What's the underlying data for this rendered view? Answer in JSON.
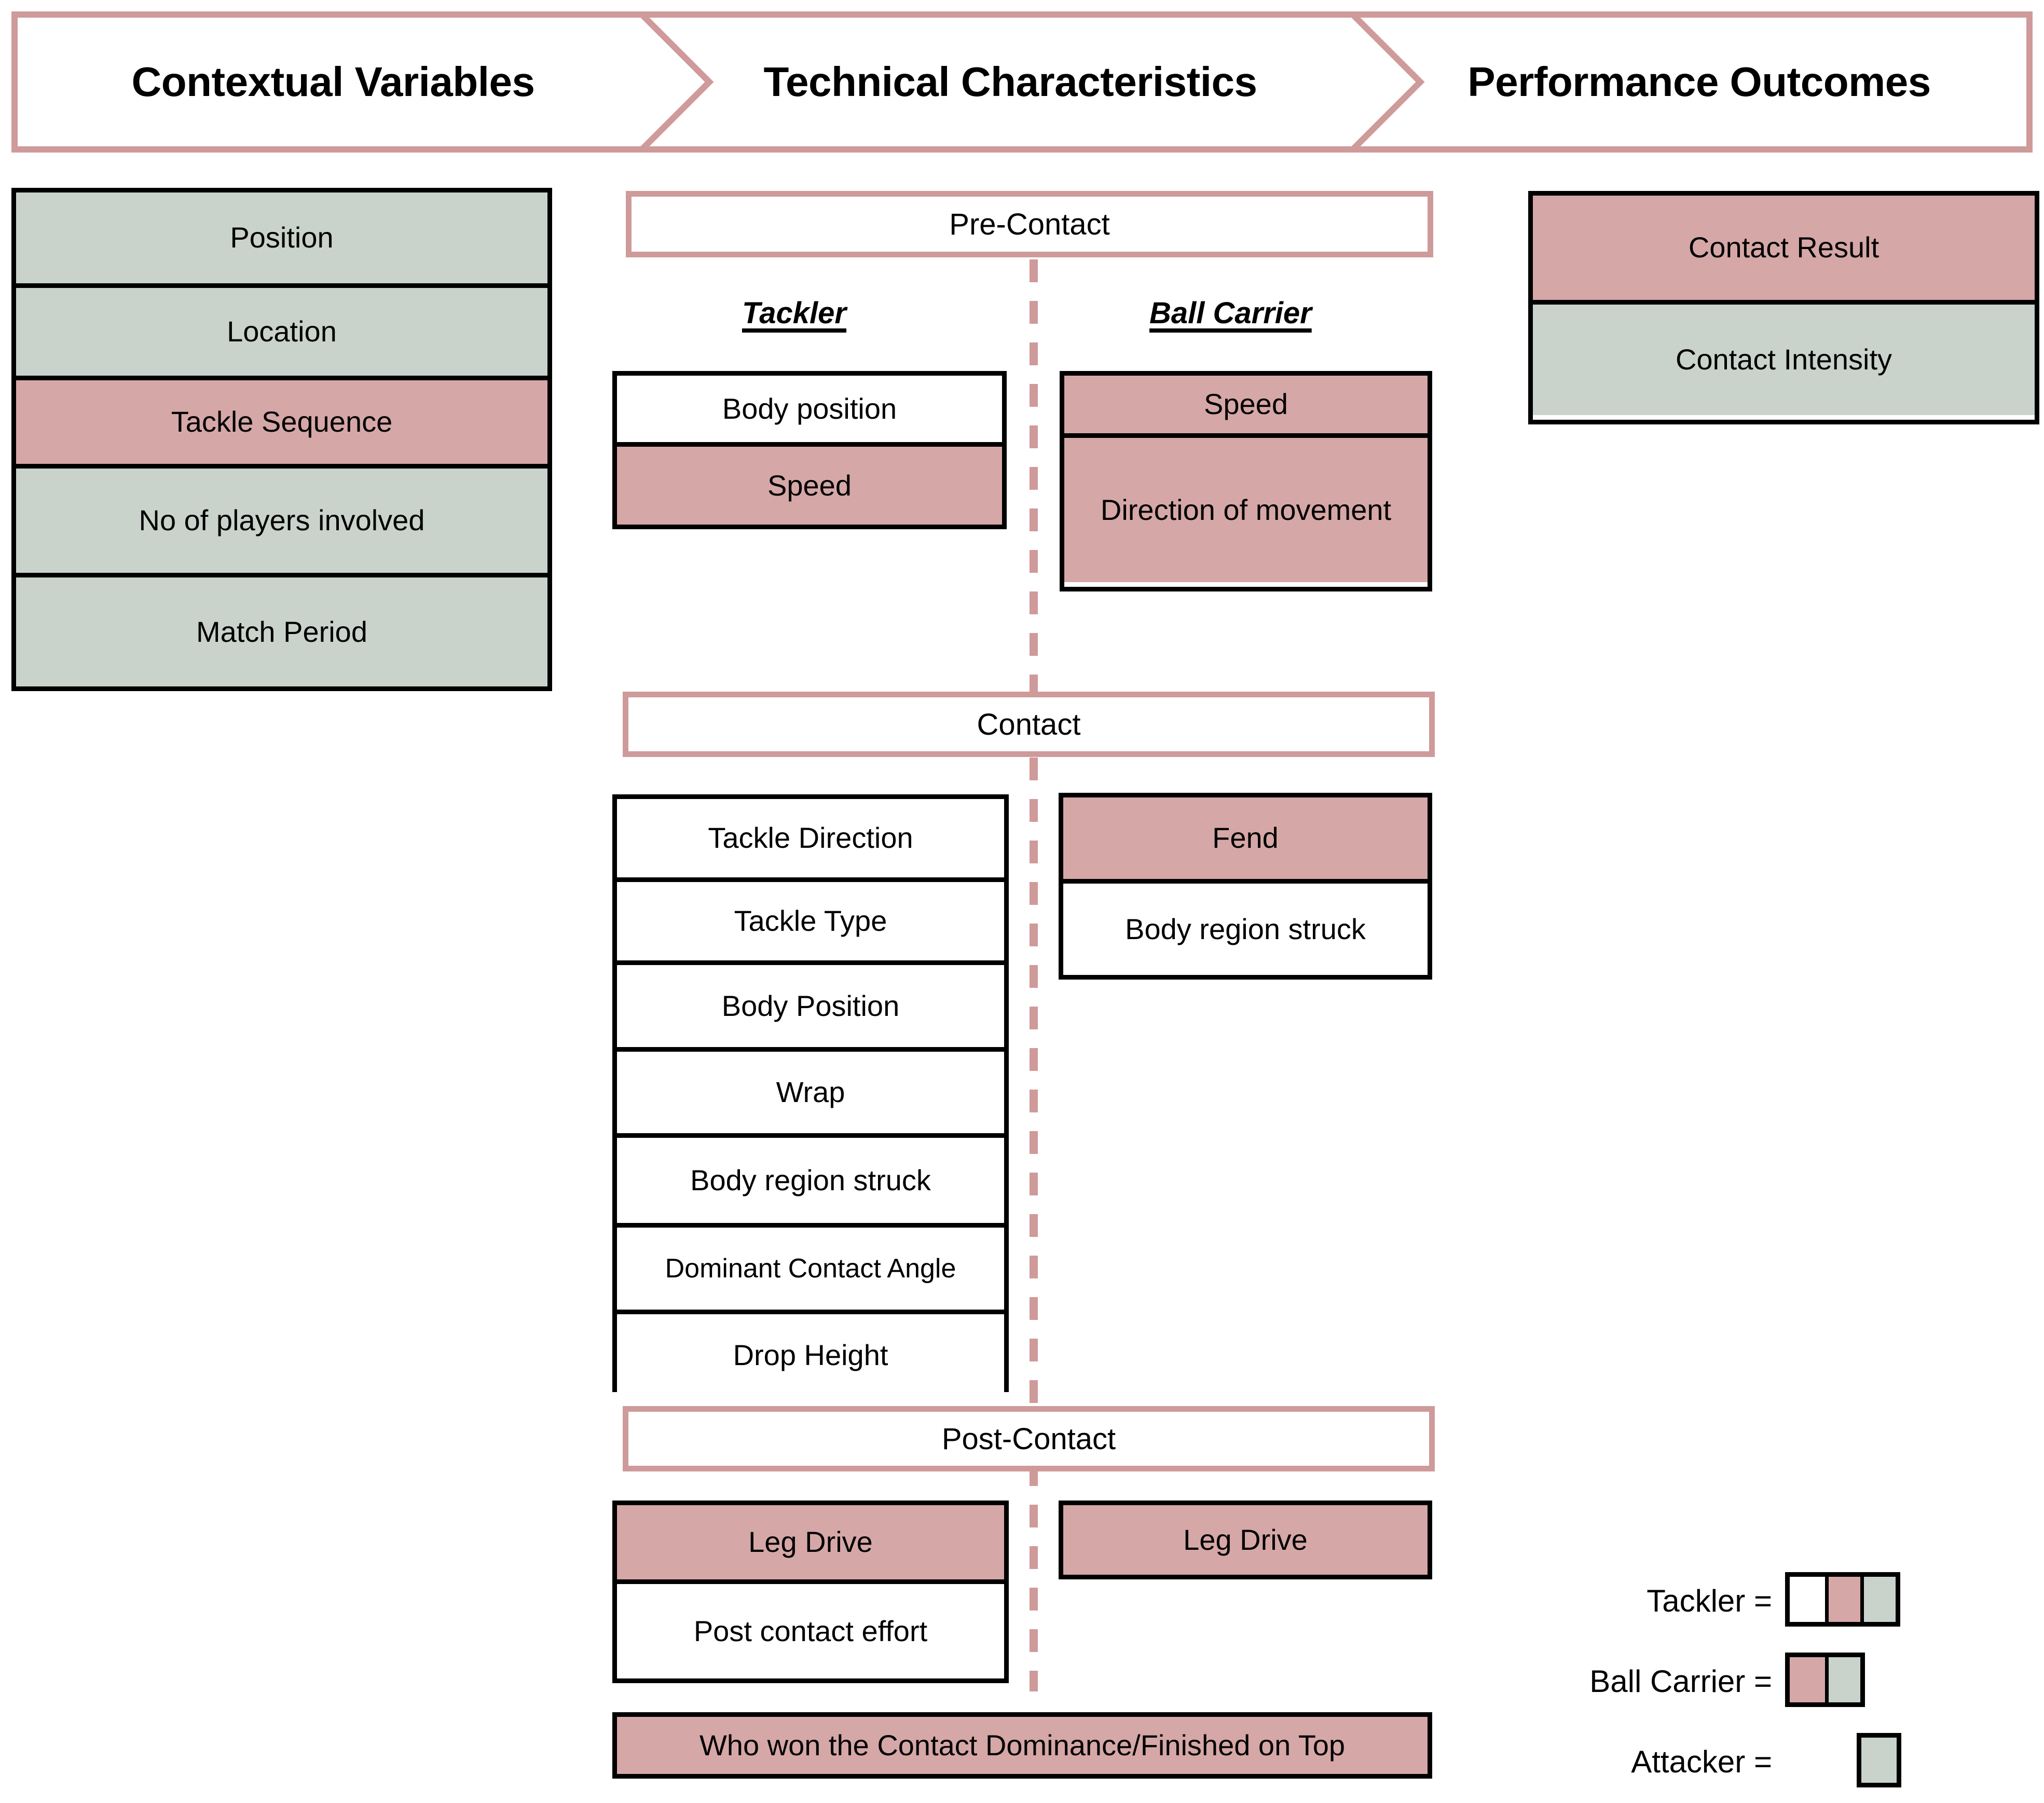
{
  "header": {
    "stages": [
      {
        "label": "Contextual Variables"
      },
      {
        "label": "Technical Characteristics"
      },
      {
        "label": "Performance Outcomes"
      }
    ]
  },
  "contextual_variables": {
    "items": [
      {
        "label": "Position",
        "fill": "green"
      },
      {
        "label": "Location",
        "fill": "green"
      },
      {
        "label": "Tackle Sequence",
        "fill": "rose"
      },
      {
        "label": "No of players involved",
        "fill": "green"
      },
      {
        "label": "Match Period",
        "fill": "green"
      }
    ]
  },
  "technical_characteristics": {
    "phases": [
      {
        "title": "Pre-Contact",
        "actors": [
          {
            "caption": "Tackler",
            "items": [
              {
                "label": "Body position",
                "fill": "white"
              },
              {
                "label": "Speed",
                "fill": "rose"
              }
            ]
          },
          {
            "caption": "Ball Carrier",
            "items": [
              {
                "label": "Speed",
                "fill": "rose"
              },
              {
                "label": "Direction of movement",
                "fill": "rose"
              }
            ]
          }
        ]
      },
      {
        "title": "Contact",
        "actors": [
          {
            "caption": "",
            "items": [
              {
                "label": "Tackle Direction",
                "fill": "white"
              },
              {
                "label": "Tackle Type",
                "fill": "white"
              },
              {
                "label": "Body Position",
                "fill": "white"
              },
              {
                "label": "Wrap",
                "fill": "white"
              },
              {
                "label": "Body region struck",
                "fill": "white"
              },
              {
                "label": "Dominant Contact Angle",
                "fill": "white"
              },
              {
                "label": "Drop Height",
                "fill": "white"
              }
            ]
          },
          {
            "caption": "",
            "items": [
              {
                "label": "Fend",
                "fill": "rose"
              },
              {
                "label": "Body region struck",
                "fill": "white"
              }
            ]
          }
        ]
      },
      {
        "title": "Post-Contact",
        "actors": [
          {
            "caption": "",
            "items": [
              {
                "label": "Leg Drive",
                "fill": "rose"
              },
              {
                "label": "Post contact effort",
                "fill": "white"
              }
            ]
          },
          {
            "caption": "",
            "items": [
              {
                "label": "Leg Drive",
                "fill": "rose"
              }
            ]
          }
        ]
      }
    ],
    "shared": {
      "label": "Who won the Contact Dominance/Finished on Top",
      "fill": "rose"
    }
  },
  "performance_outcomes": {
    "items": [
      {
        "label": "Contact Result",
        "fill": "rose"
      },
      {
        "label": "Contact Intensity",
        "fill": "green"
      }
    ]
  },
  "legend": {
    "rows": [
      {
        "label": "Tackler =",
        "swatches": [
          "white",
          "rose",
          "green"
        ]
      },
      {
        "label": "Ball Carrier =",
        "swatches": [
          "rose",
          "green"
        ]
      },
      {
        "label": "Attacker =",
        "swatches": [
          "green"
        ]
      }
    ]
  },
  "colors": {
    "rose": "#d6a7a7",
    "rose_outline": "#cf9a9a",
    "green": "#c9d3cc",
    "stroke": "#000000",
    "background": "#ffffff"
  }
}
